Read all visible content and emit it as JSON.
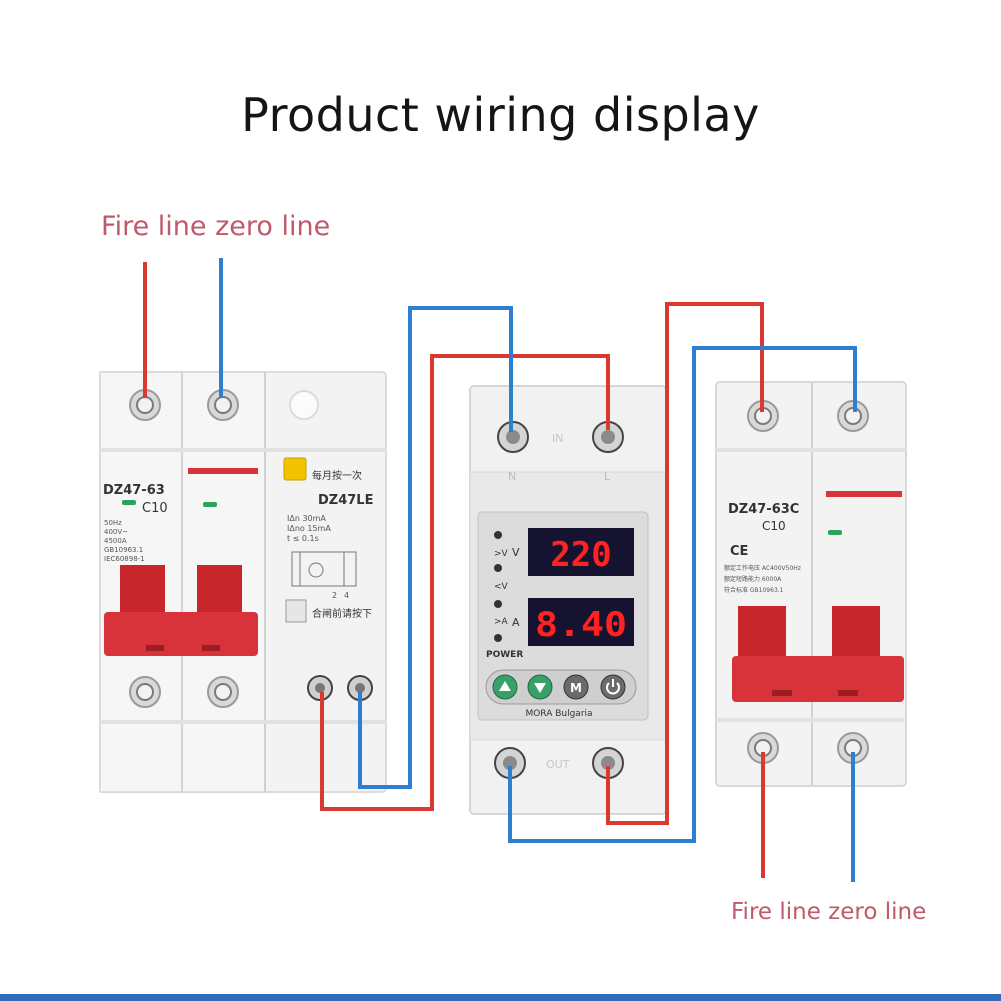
{
  "title": "Product wiring display",
  "labels": {
    "input": "Fire line zero line",
    "output": "Fire line zero line"
  },
  "colors": {
    "fire_line": "#d83a32",
    "zero_line": "#2f7fd0",
    "label_text": "#c05a6a",
    "breaker_red": "#d8333a",
    "display_red": "#ff2222",
    "bottom_rule": "#2f6db8"
  },
  "rcbo": {
    "model": "DZ47-63",
    "rating": "C10",
    "specs": [
      "50Hz",
      "400V~",
      "4500A",
      "GB10963.1",
      "IEC60898-1"
    ],
    "module_model": "DZ47LE",
    "module_top_text": "每月按一次",
    "module_specs": [
      "IΔn  30mA",
      "IΔno 15mA",
      "t ≤  0.1s"
    ],
    "module_bottom_text": "合闸前请按下",
    "terminal_numbers": [
      "2",
      "4"
    ]
  },
  "protector": {
    "top_terminal_marks": [
      "N",
      "L"
    ],
    "top_section_label": "IN",
    "bottom_section_label": "OUT",
    "voltage_reading": "220",
    "current_reading": "8.40",
    "voltage_unit": "V",
    "current_unit": "A",
    "indicators": [
      ">V",
      "<V",
      ">A"
    ],
    "power_label": "POWER",
    "buttons": [
      "up",
      "down",
      "M",
      "power"
    ],
    "brand": "MORA Bulgaria"
  },
  "breaker": {
    "model": "DZ47-63C",
    "rating": "C10",
    "specs": [
      "额定工作电压 AC400V50Hz",
      "额定短路能力 6000A",
      "符合标准 GB10963.1"
    ]
  }
}
